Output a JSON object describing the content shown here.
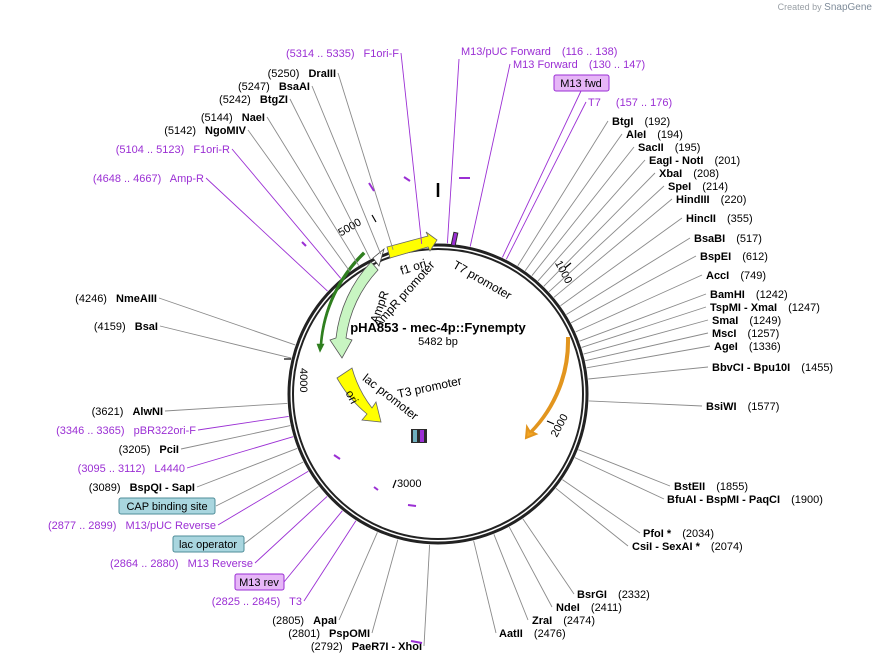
{
  "watermark": {
    "prefix": "Created by",
    "brand": "SnapGene"
  },
  "plasmid": {
    "name": "pHA853 - mec-4p::Fynempty",
    "size_label": "5482 bp"
  },
  "ticks": [
    "1000",
    "2000",
    "3000",
    "4000",
    "5000"
  ],
  "enzymes": [
    {
      "pos": "(192)",
      "name": "BtgI"
    },
    {
      "pos": "(194)",
      "name": "AleI"
    },
    {
      "pos": "(195)",
      "name": "SacII"
    },
    {
      "pos": "(201)",
      "name": "EagI - NotI"
    },
    {
      "pos": "(208)",
      "name": "XbaI"
    },
    {
      "pos": "(214)",
      "name": "SpeI"
    },
    {
      "pos": "(220)",
      "name": "HindIII"
    },
    {
      "pos": "(355)",
      "name": "HincII"
    },
    {
      "pos": "(517)",
      "name": "BsaBI"
    },
    {
      "pos": "(612)",
      "name": "BspEI"
    },
    {
      "pos": "(749)",
      "name": "AccI"
    },
    {
      "pos": "(1242)",
      "name": "BamHI"
    },
    {
      "pos": "(1247)",
      "name": "TspMI - XmaI"
    },
    {
      "pos": "(1249)",
      "name": "SmaI"
    },
    {
      "pos": "(1257)",
      "name": "MscI"
    },
    {
      "pos": "(1336)",
      "name": "AgeI"
    },
    {
      "pos": "(1455)",
      "name": "BbvCI - Bpu10I"
    },
    {
      "pos": "(1577)",
      "name": "BsiWI"
    },
    {
      "pos": "(1855)",
      "name": "BstEII"
    },
    {
      "pos": "(1900)",
      "name": "BfuAI - BspMI - PaqCI"
    },
    {
      "pos": "(2034)",
      "name": "PfoI *"
    },
    {
      "pos": "(2074)",
      "name": "CsiI - SexAI *"
    },
    {
      "pos": "(2332)",
      "name": "BsrGI"
    },
    {
      "pos": "(2411)",
      "name": "NdeI"
    },
    {
      "pos": "(2474)",
      "name": "ZraI"
    },
    {
      "pos": "(2476)",
      "name": "AatII"
    },
    {
      "pos": "(2792)",
      "name": "PaeR7I - XhoI"
    },
    {
      "pos": "(2801)",
      "name": "PspOMI"
    },
    {
      "pos": "(2805)",
      "name": "ApaI"
    },
    {
      "pos": "(3089)",
      "name": "BspQI - SapI"
    },
    {
      "pos": "(3205)",
      "name": "PciI"
    },
    {
      "pos": "(3621)",
      "name": "AlwNI"
    },
    {
      "pos": "(4159)",
      "name": "BsaI"
    },
    {
      "pos": "(4246)",
      "name": "NmeAIII"
    },
    {
      "pos": "(5142)",
      "name": "NgoMIV"
    },
    {
      "pos": "(5144)",
      "name": "NaeI"
    },
    {
      "pos": "(5242)",
      "name": "BtgZI"
    },
    {
      "pos": "(5247)",
      "name": "BsaAI"
    },
    {
      "pos": "(5250)",
      "name": "DraIII"
    }
  ],
  "primers": [
    {
      "label": "M13/pUC Forward",
      "range": "(116 .. 138)"
    },
    {
      "label": "M13 Forward",
      "range": "(130 .. 147)"
    },
    {
      "label": "T7",
      "range": "(157 .. 176)"
    },
    {
      "label": "F1ori-F",
      "range": "(5314 .. 5335)"
    },
    {
      "label": "F1ori-R",
      "range": "(5104 .. 5123)"
    },
    {
      "label": "Amp-R",
      "range": "(4648 .. 4667)"
    },
    {
      "label": "pBR322ori-F",
      "range": "(3346 .. 3365)"
    },
    {
      "label": "L4440",
      "range": "(3095 .. 3112)"
    },
    {
      "label": "M13/pUC Reverse",
      "range": "(2877 .. 2899)"
    },
    {
      "label": "M13 Reverse",
      "range": "(2864 .. 2880)"
    },
    {
      "label": "T3",
      "range": "(2825 .. 2845)"
    }
  ],
  "boxes": [
    {
      "label": "M13 fwd",
      "fill": "#e6b6f7",
      "stroke": "#9b2fd4"
    },
    {
      "label": "CAP binding site",
      "fill": "#a9d6df",
      "stroke": "#4f8d99"
    },
    {
      "label": "lac operator",
      "fill": "#a9d6df",
      "stroke": "#4f8d99"
    },
    {
      "label": "M13 rev",
      "fill": "#e6b6f7",
      "stroke": "#9b2fd4"
    }
  ],
  "features": [
    "f1 ori",
    "T7 promoter",
    "AmpR promoter",
    "AmpR",
    "ori",
    "lac promoter",
    "T3 promoter"
  ],
  "colors": {
    "primer": "#9b2fd4",
    "f1ori": "#ffff00",
    "ori": "#ffff00",
    "ampr": "#c8f5c2",
    "orf": "#f5a623",
    "line": "#8a8a8a"
  }
}
